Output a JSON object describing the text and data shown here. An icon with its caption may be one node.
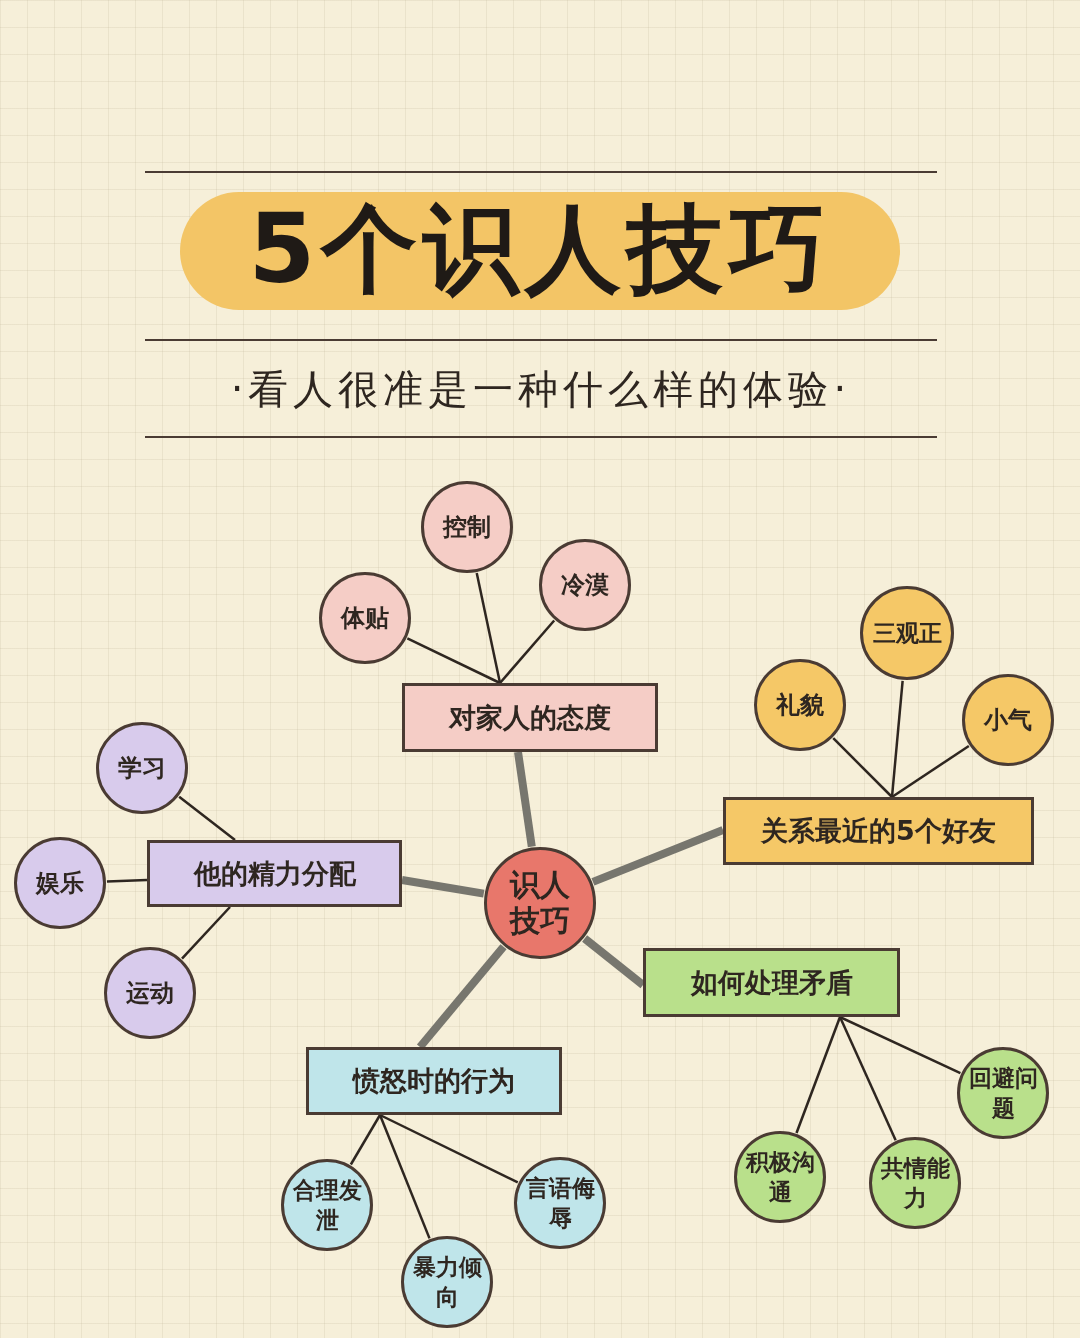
{
  "diagram": {
    "title": "5个识人技巧",
    "labels": [
      "·看人很准是一种什么样的体验·"
    ],
    "nodes": [
      {
        "text": [
          "控制"
        ]
      },
      {
        "text": [
          "冷漠"
        ]
      },
      {
        "text": [
          "体贴"
        ]
      },
      {
        "text": [
          "对家人的态度"
        ]
      },
      {
        "text": [
          "三观正"
        ]
      },
      {
        "text": [
          "礼貌"
        ]
      },
      {
        "text": [
          "小气"
        ]
      },
      {
        "text": [
          "学习"
        ]
      },
      {
        "text": [
          "关系最近的5个好友"
        ]
      },
      {
        "text": [
          "娱乐"
        ]
      },
      {
        "text": [
          "他的精力分配"
        ]
      },
      {
        "text": [
          "识人技巧"
        ]
      },
      {
        "text": [
          "运动"
        ]
      },
      {
        "text": [
          "如何处理矛盾"
        ]
      },
      {
        "text": [
          "愤怒时的行为"
        ]
      },
      {
        "text": [
          "回避问题"
        ]
      },
      {
        "text": [
          "积极沟通"
        ]
      },
      {
        "text": [
          "共情能力"
        ]
      },
      {
        "text": [
          "合理发泄"
        ]
      },
      {
        "text": [
          "言语侮辱"
        ]
      },
      {
        "text": [
          "暴力倾向"
        ]
      }
    ],
    "edges": [
      {
        "from": 11,
        "to": 3,
        "arrow": "none",
        "style": "thick",
        "color": "#77766e"
      },
      {
        "from": 11,
        "to": 8,
        "arrow": "none",
        "style": "thick",
        "color": "#77766e"
      },
      {
        "from": 11,
        "to": 10,
        "arrow": "none",
        "style": "thick",
        "color": "#77766e"
      },
      {
        "from": 11,
        "to": 13,
        "arrow": "none",
        "style": "thick",
        "color": "#77766e"
      },
      {
        "from": 11,
        "to": 14,
        "arrow": "none",
        "style": "thick",
        "color": "#77766e"
      },
      {
        "from": 3,
        "to": 0,
        "arrow": "none"
      },
      {
        "from": 3,
        "to": 1,
        "arrow": "none"
      },
      {
        "from": 3,
        "to": 2,
        "arrow": "none"
      },
      {
        "from": 8,
        "to": 4,
        "arrow": "none"
      },
      {
        "from": 8,
        "to": 5,
        "arrow": "none"
      },
      {
        "from": 8,
        "to": 6,
        "arrow": "none"
      },
      {
        "from": 10,
        "to": 7,
        "arrow": "none"
      },
      {
        "from": 10,
        "to": 9,
        "arrow": "none"
      },
      {
        "from": 10,
        "to": 12,
        "arrow": "none"
      },
      {
        "from": 13,
        "to": 15,
        "arrow": "none"
      },
      {
        "from": 13,
        "to": 16,
        "arrow": "none"
      },
      {
        "from": 13,
        "to": 17,
        "arrow": "none"
      },
      {
        "from": 14,
        "to": 18,
        "arrow": "none"
      },
      {
        "from": 14,
        "to": 19,
        "arrow": "none"
      },
      {
        "from": 14,
        "to": 20,
        "arrow": "none"
      }
    ]
  }
}
